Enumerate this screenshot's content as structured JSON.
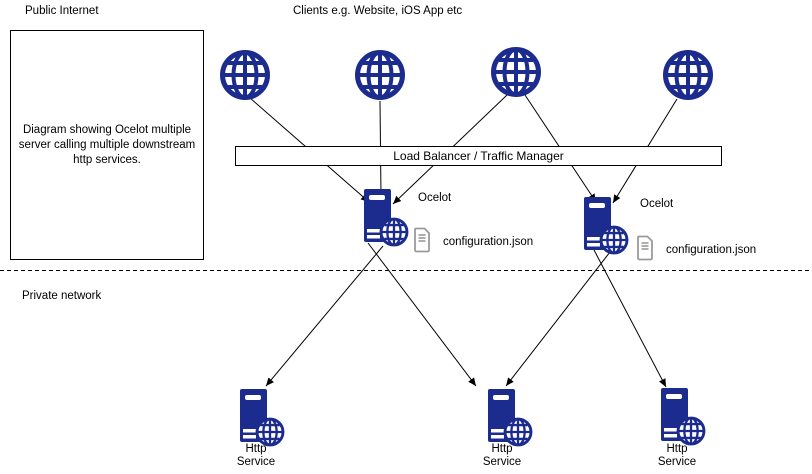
{
  "zones": {
    "public_internet_label": "Public Internet",
    "clients_label": "Clients e.g. Website, iOS App etc",
    "private_network_label": "Private network"
  },
  "description_box": "Diagram showing Ocelot multiple server calling multiple downstream http services.",
  "load_balancer_label": "Load Balancer / Traffic Manager",
  "clients": {
    "count": 4,
    "icon": "globe-icon"
  },
  "ocelots": [
    {
      "label": "Ocelot",
      "config_file": "configuration.json",
      "icon": "server-globe-icon",
      "config_icon": "document-icon"
    },
    {
      "label": "Ocelot",
      "config_file": "configuration.json",
      "icon": "server-globe-icon",
      "config_icon": "document-icon"
    }
  ],
  "services": [
    {
      "line1": "Http",
      "line2": "Service",
      "icon": "server-globe-icon"
    },
    {
      "line1": "Http",
      "line2": "Service",
      "icon": "server-globe-icon"
    },
    {
      "line1": "Http",
      "line2": "Service",
      "icon": "server-globe-icon"
    }
  ],
  "colors": {
    "node": "#1b2b8e",
    "doc": "#9a9a9a",
    "line": "#000000"
  }
}
